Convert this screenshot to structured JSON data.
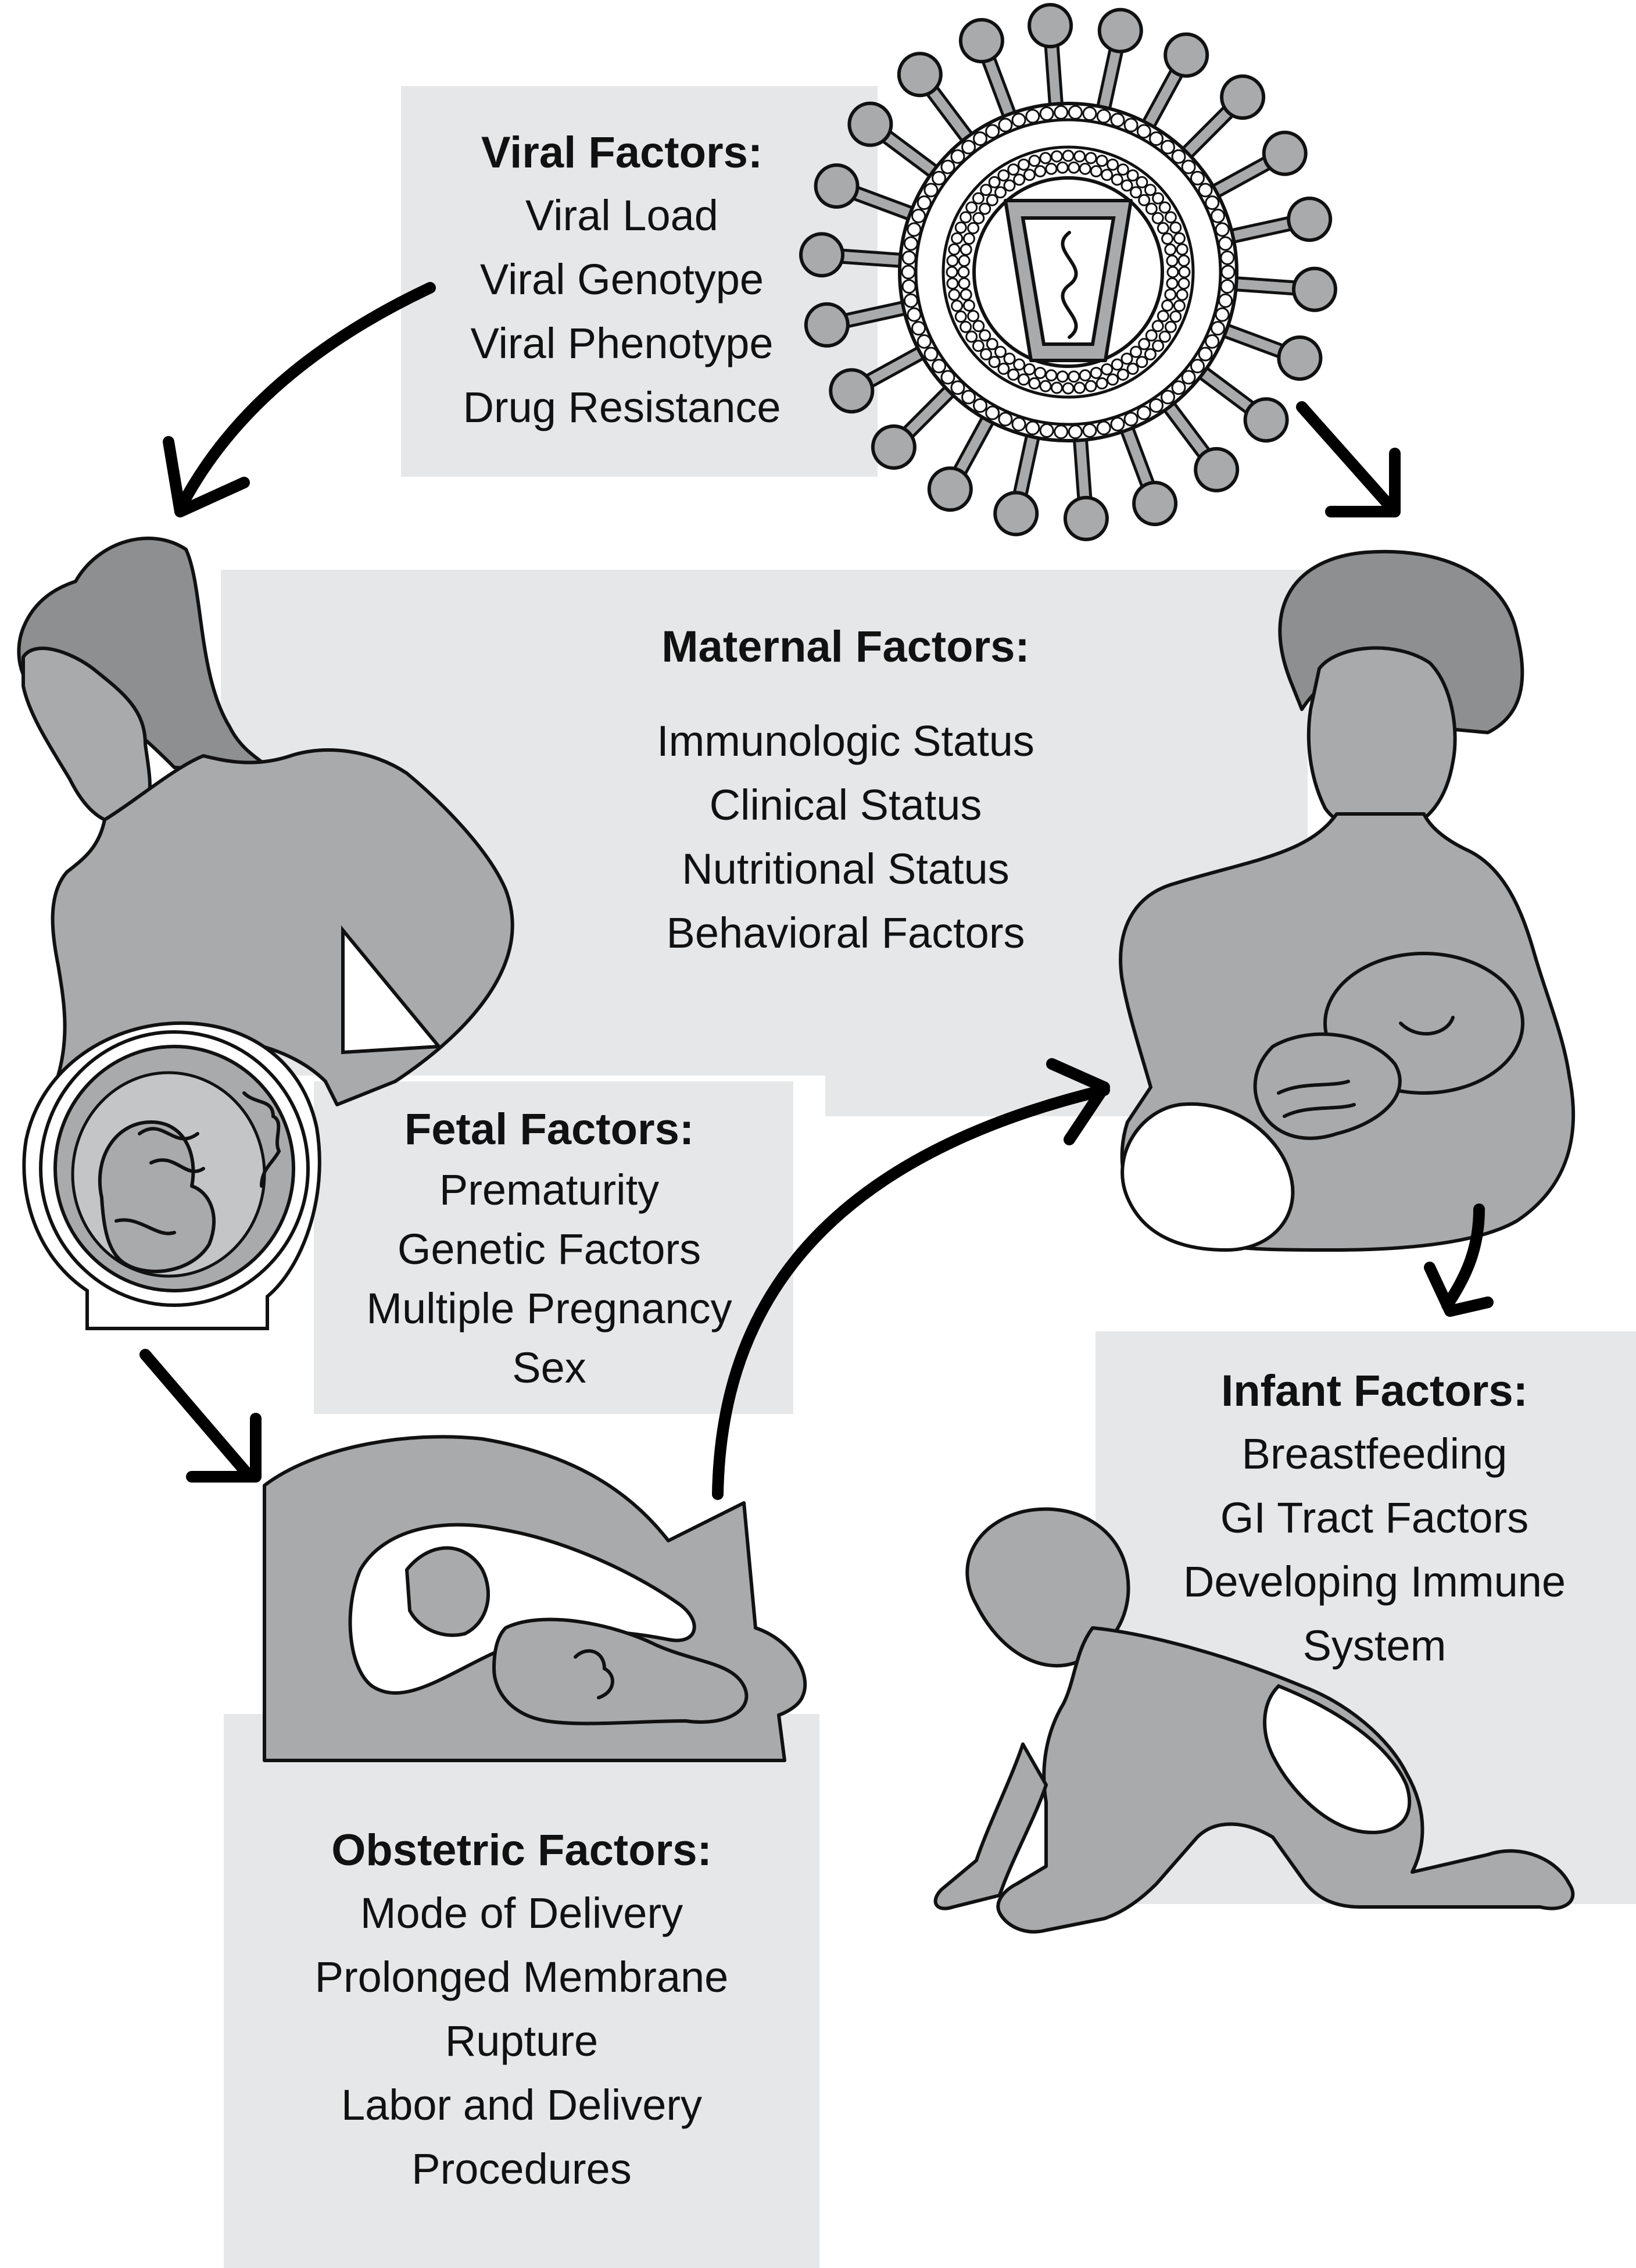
{
  "colors": {
    "figure_fill": "#a9aaac",
    "figure_dark": "#8e8f91",
    "box_fill": "#e6e7e8",
    "stroke": "#111111"
  },
  "viral": {
    "title": "Viral Factors:",
    "items": [
      "Viral Load",
      "Viral Genotype",
      "Viral Phenotype",
      "Drug Resistance"
    ]
  },
  "maternal": {
    "title": "Maternal Factors:",
    "items": [
      "Immunologic Status",
      "Clinical Status",
      "Nutritional Status",
      "Behavioral Factors"
    ]
  },
  "fetal": {
    "title": "Fetal Factors:",
    "items": [
      "Prematurity",
      "Genetic Factors",
      "Multiple Pregnancy",
      "Sex"
    ]
  },
  "obstetric": {
    "title": "Obstetric Factors:",
    "items": [
      "Mode of Delivery",
      "Prolonged Membrane",
      "Rupture",
      "Labor and Delivery",
      "Procedures"
    ]
  },
  "infant": {
    "title": "Infant Factors:",
    "items": [
      "Breastfeeding",
      "GI Tract Factors",
      "Developing Immune",
      "System"
    ]
  },
  "icons": [
    "virus-icon",
    "pregnant-woman-icon",
    "fetus-in-uterus-icon",
    "birth-canal-icon",
    "breastfeeding-mother-icon",
    "crawling-infant-icon"
  ]
}
